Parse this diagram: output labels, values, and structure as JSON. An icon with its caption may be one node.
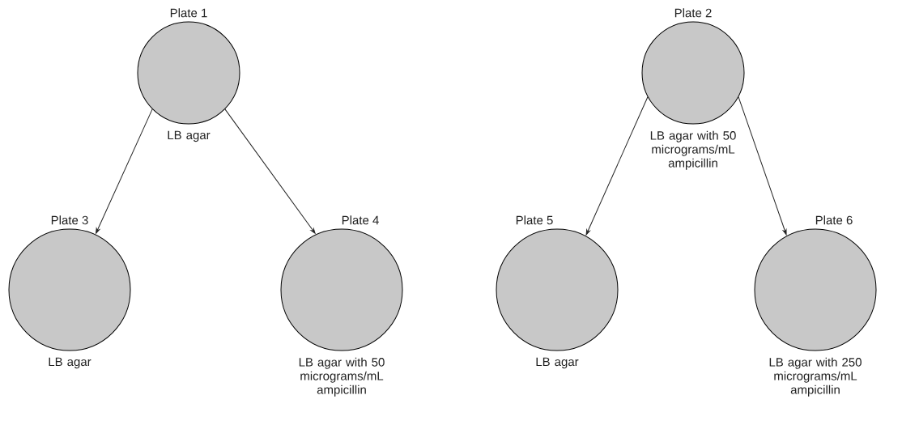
{
  "diagram": {
    "nodes": [
      {
        "text": [
          "Plate 1",
          "LB agar"
        ]
      },
      {
        "text": [
          "Plate 2",
          "LB agar with 50 micrograms/mL ampicillin"
        ]
      },
      {
        "text": [
          "Plate 3",
          "LB agar"
        ]
      },
      {
        "text": [
          "Plate 4",
          "LB agar with 50 micrograms/mL ampicillin"
        ]
      },
      {
        "text": [
          "Plate 5",
          "LB agar"
        ]
      },
      {
        "text": [
          "Plate 6",
          "LB agar with 250 micrograms/mL ampicillin"
        ]
      }
    ],
    "edges": [
      {
        "from": 0,
        "to": 2,
        "arrow": "to"
      },
      {
        "from": 0,
        "to": 3,
        "arrow": "to"
      },
      {
        "from": 1,
        "to": 4,
        "arrow": "to"
      },
      {
        "from": 1,
        "to": 5,
        "arrow": "to"
      }
    ]
  }
}
